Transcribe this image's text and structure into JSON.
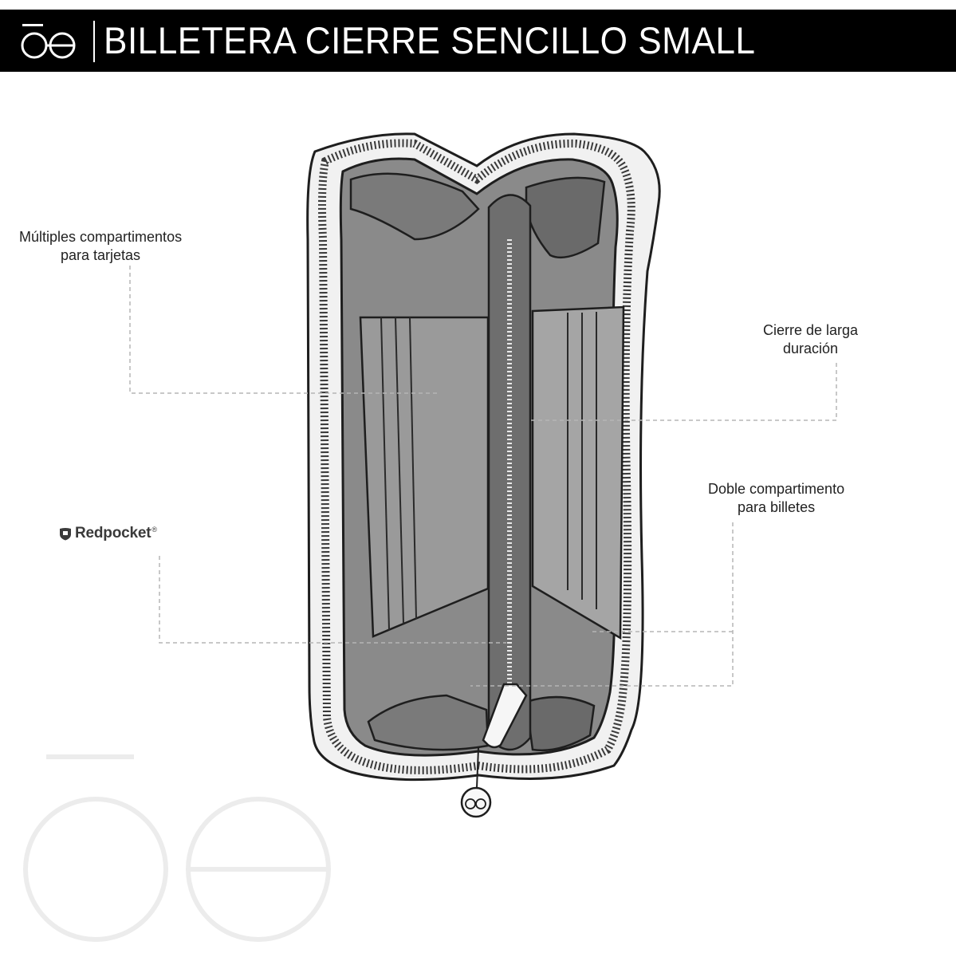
{
  "header": {
    "title": "BILLETERA CIERRE SENCILLO SMALL"
  },
  "callouts": {
    "cards": [
      "Múltiples compartimentos",
      "para tarjetas"
    ],
    "zipper": [
      "Cierre de larga",
      "duración"
    ],
    "bills": [
      "Doble compartimento",
      "para billetes"
    ]
  },
  "brand": {
    "name": "Redpocket",
    "mark": "®"
  },
  "icons": {
    "logo": "oe-logo-icon",
    "shield": "shield-icon",
    "watermark": "oe-watermark-icon"
  },
  "colors": {
    "header_bg": "#000000",
    "header_text": "#ffffff",
    "lining_dark": "#6f6f6f",
    "lining_mid": "#8a8a8a",
    "lining_light": "#a8a8a8",
    "shell": "#f2f2f2",
    "leader_line": "#b5b5b5",
    "watermark": "#eeeeee"
  }
}
